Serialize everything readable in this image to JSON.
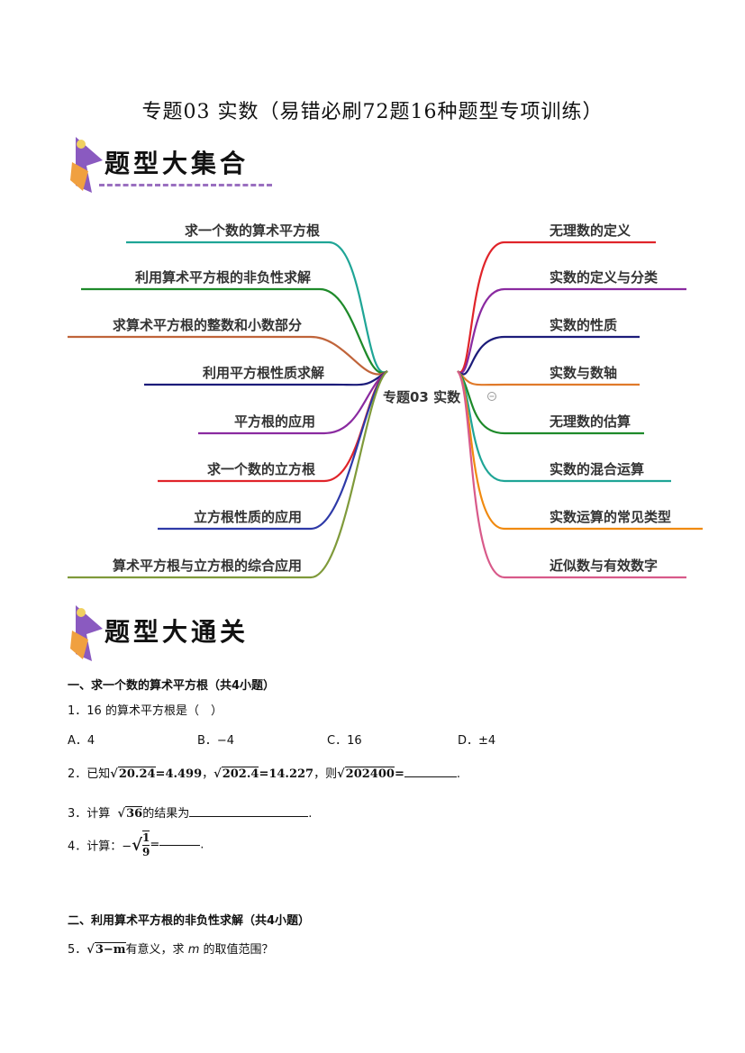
{
  "title": "专题03 实数（易错必刷72题16种题型专项训练）",
  "banner1": "题型大集合",
  "banner2": "题型大通关",
  "mindmap": {
    "center": "专题03 实数",
    "left": [
      "求一个数的算术平方根",
      "利用算术平方根的非负性求解",
      "求算术平方根的整数和小数部分",
      "利用平方根性质求解",
      "平方根的应用",
      "求一个数的立方根",
      "立方根性质的应用",
      "算术平方根与立方根的综合应用"
    ],
    "right": [
      "无理数的定义",
      "实数的定义与分类",
      "实数的性质",
      "实数与数轴",
      "无理数的估算",
      "实数的混合运算",
      "实数运算的常见类型",
      "近似数与有效数字"
    ],
    "left_colors": [
      "#1fa596",
      "#1e8a2a",
      "#c0643a",
      "#1c1c7a",
      "#8a2aa0",
      "#e0242a",
      "#2e3aa8",
      "#7f9a3a"
    ],
    "right_colors": [
      "#e0242a",
      "#8a2aa0",
      "#1c1c7a",
      "#e07a2a",
      "#1e8a2a",
      "#1fa596",
      "#f08a10",
      "#d85a8a"
    ]
  },
  "section1": {
    "heading": "一、求一个数的算术平方根（共4小题）",
    "q1": {
      "stem": "1．16 的算术平方根是（　）",
      "options": [
        "A．4",
        "B．−4",
        "C．16",
        "D．±4"
      ]
    },
    "q2": {
      "prefix": "2．已知",
      "r1": "20.24",
      "v1": "=4.499",
      "sep1": "，",
      "r2": "202.4",
      "v2": "=14.227",
      "sep2": "，则",
      "r3": "202400",
      "eq": "=",
      "end": "."
    },
    "q3": {
      "prefix": "3．计算",
      "r": "36",
      "suffix": "的结果为",
      "end": "."
    },
    "q4": {
      "prefix": "4．计算：−",
      "num": "1",
      "den": "9",
      "eq": "=",
      "end": "."
    }
  },
  "section2": {
    "heading": "二、利用算术平方根的非负性求解（共4小题）",
    "q5": {
      "prefix": "5．",
      "r": "3−m",
      "suffix": "有意义，求",
      "var": "m",
      "tail": "的取值范围？"
    }
  }
}
